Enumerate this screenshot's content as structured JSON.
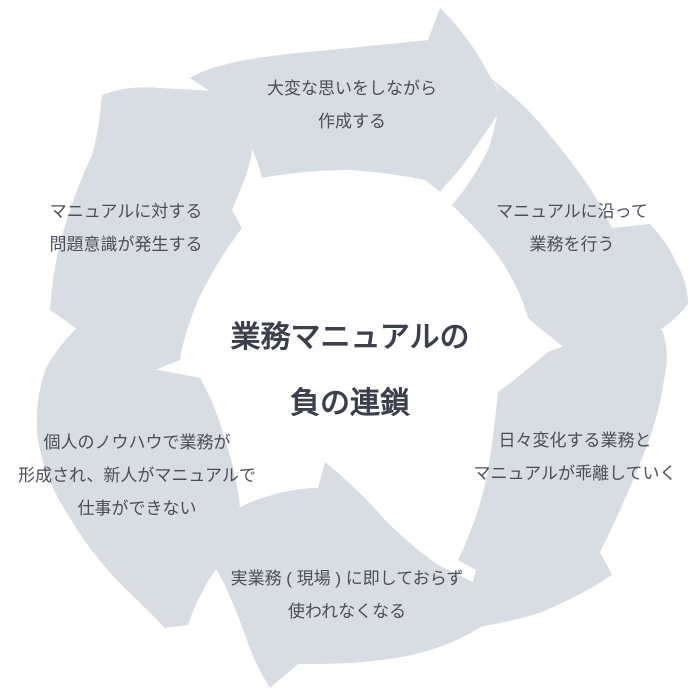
{
  "colors": {
    "arrow_fill": "#d8dce3",
    "label_text": "#4b4e59",
    "title_text": "#3c3f4c",
    "background": "#ffffff"
  },
  "center": {
    "line1": "業務マニュアルの",
    "line2": "負の連鎖"
  },
  "steps": [
    {
      "line1": "大変な思いをしながら",
      "line2": "作成する"
    },
    {
      "line1": "マニュアルに沿って",
      "line2": "業務を行う"
    },
    {
      "line1": "日々変化する業務と",
      "line2": "マニュアルが乖離していく"
    },
    {
      "line1": "実業務 ( 現場 ) に即しておらず",
      "line2": "使われなくなる"
    },
    {
      "line1": "個人のノウハウで業務が",
      "line2": "形成され、新人がマニュアルで",
      "line3": "仕事ができない"
    },
    {
      "line1": "マニュアルに対する",
      "line2": "問題意識が発生する"
    }
  ]
}
